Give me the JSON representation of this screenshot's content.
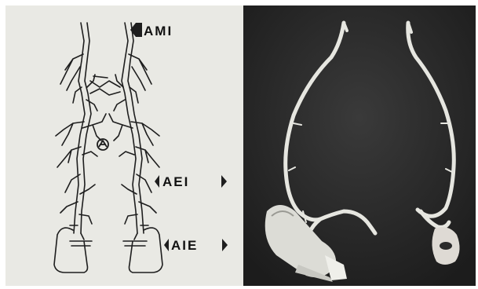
{
  "labels": {
    "ami": "AMI",
    "aei": "AEI",
    "aie": "AIE"
  },
  "colors": {
    "paper": "#e9e9e4",
    "ink": "#1e1e1e",
    "photo_background": "#2b2b2b",
    "vessel_cast": "#e6e6e0"
  },
  "icons": {
    "arrow_marker": "double-headed-arrow-icon",
    "crossed_circle_marker": "crossed-circle-icon"
  }
}
